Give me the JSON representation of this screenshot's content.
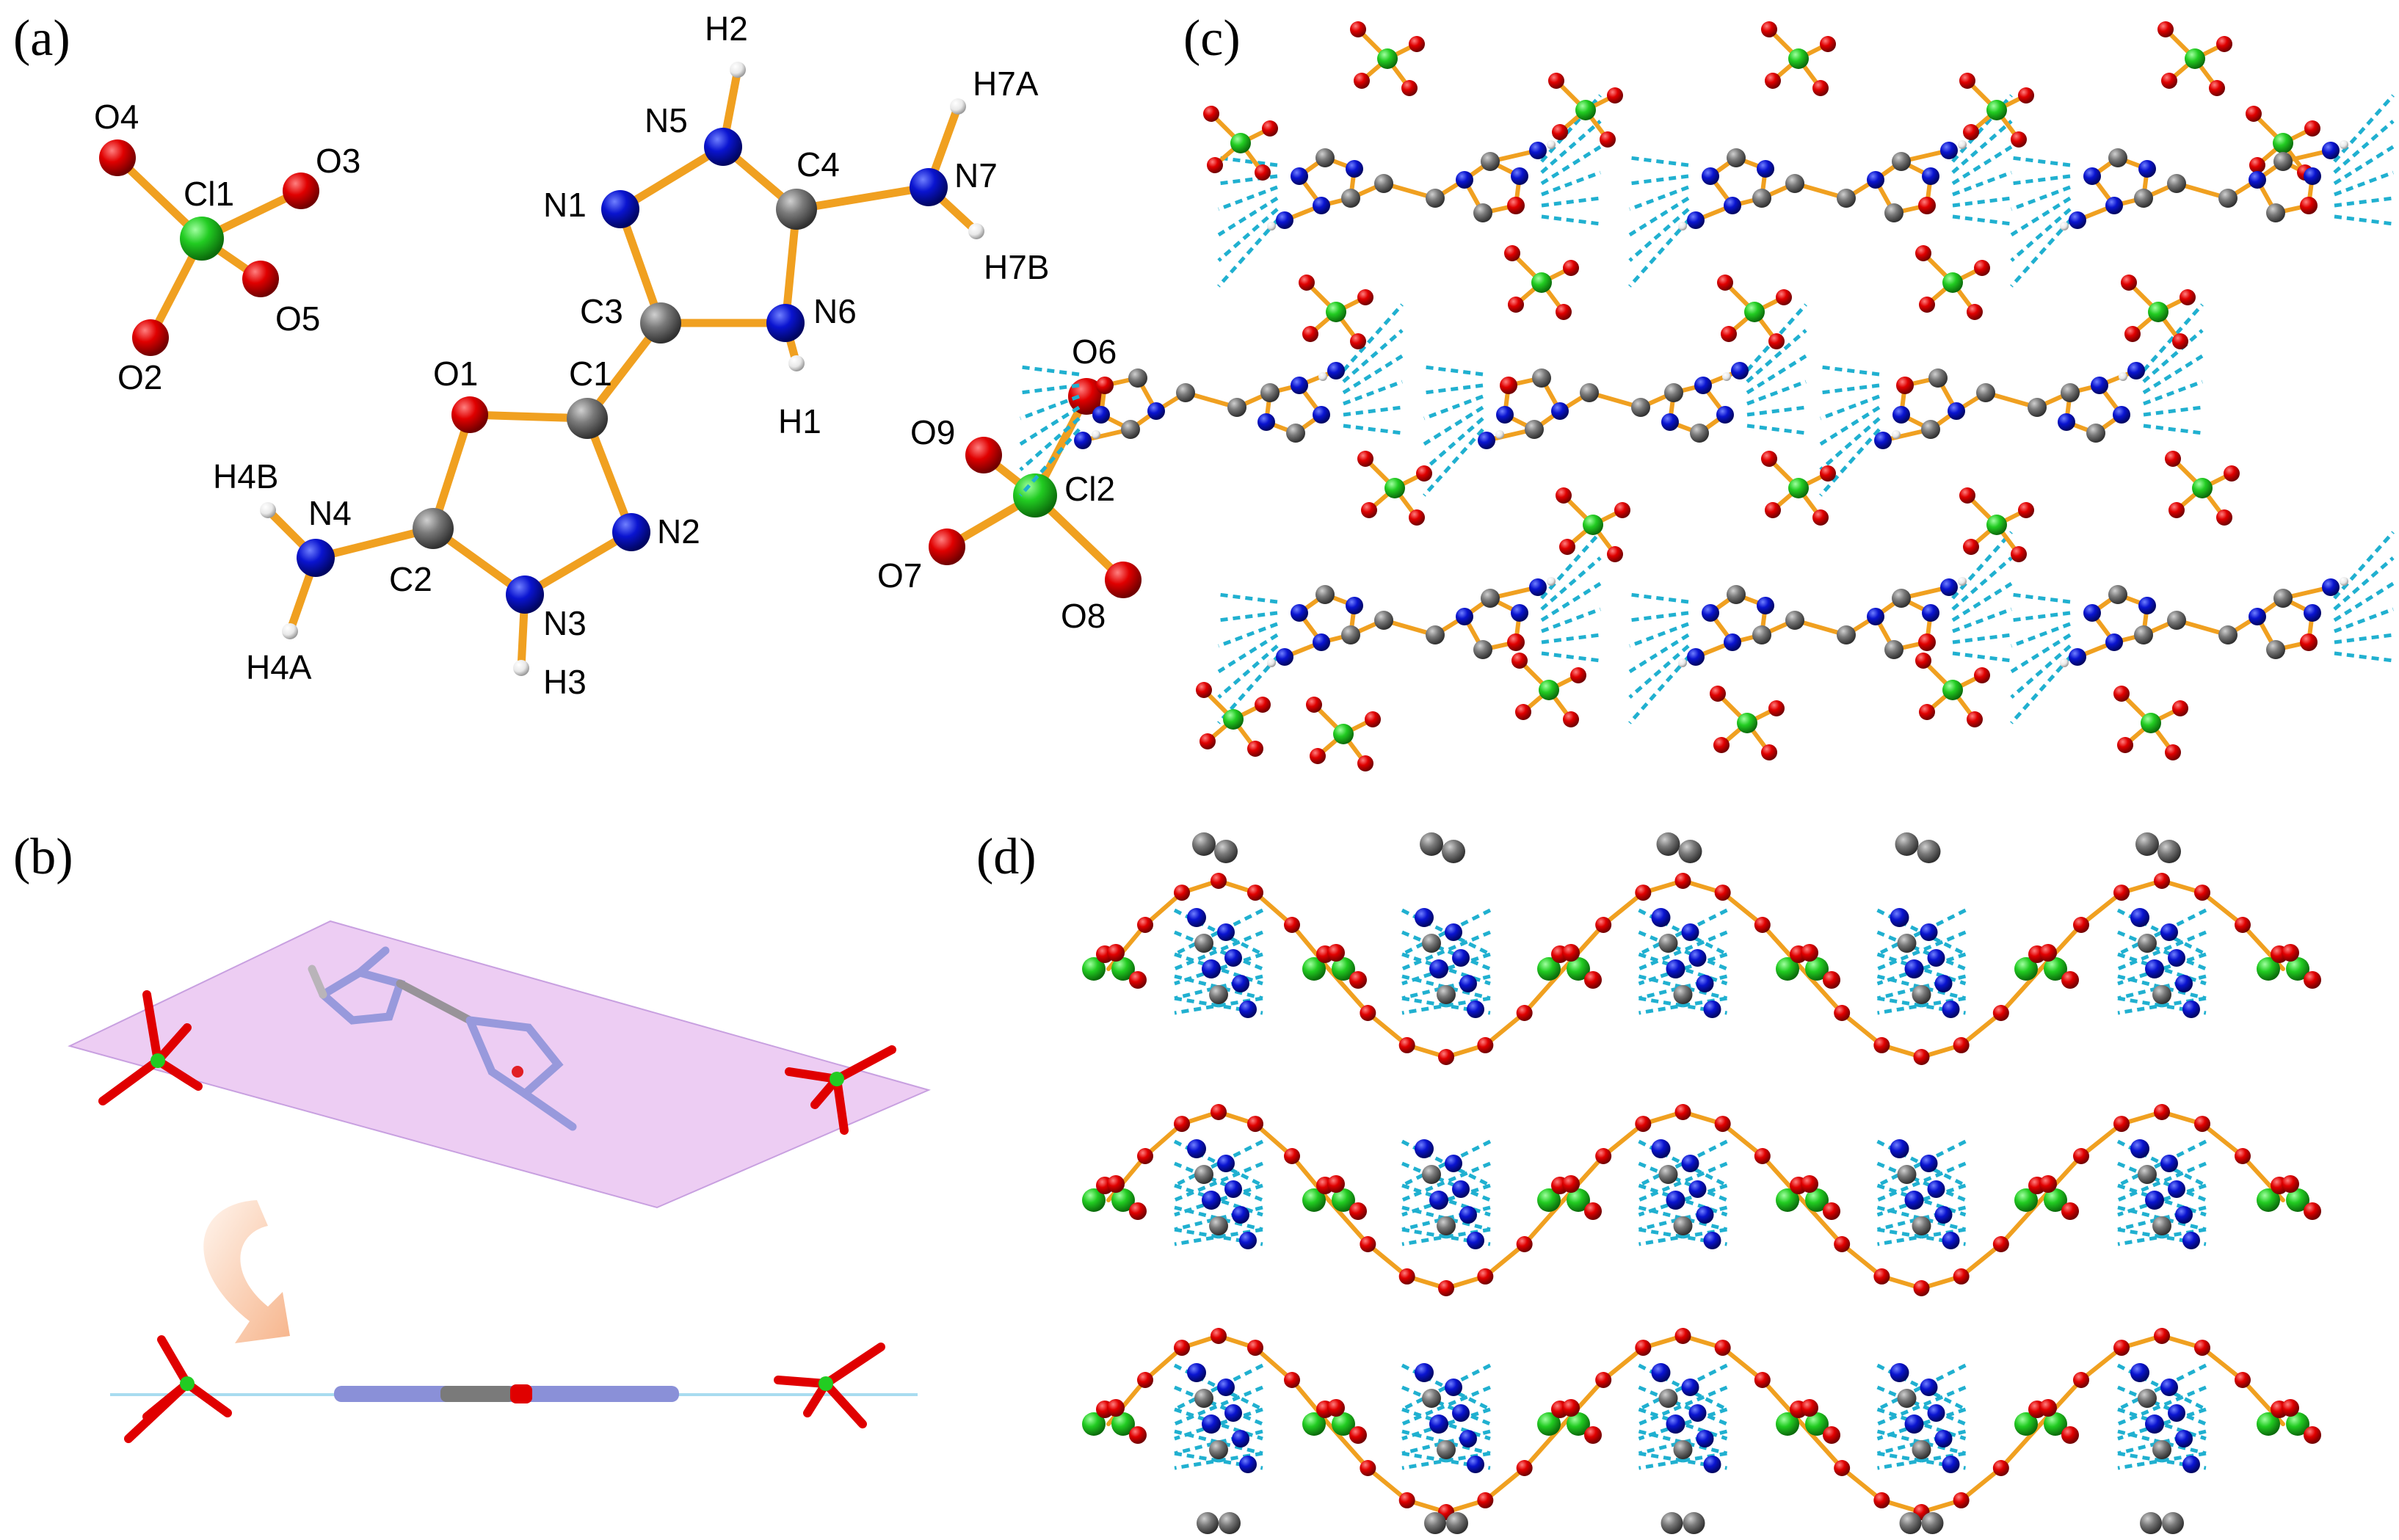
{
  "panels": [
    {
      "id": "a",
      "label": "(a)"
    },
    {
      "id": "b",
      "label": "(b)"
    },
    {
      "id": "c",
      "label": "(c)"
    },
    {
      "id": "d",
      "label": "(d)"
    }
  ],
  "atom_labels": [
    "O4",
    "O3",
    "Cl1",
    "O5",
    "O2",
    "H2",
    "N5",
    "N1",
    "C4",
    "N7",
    "H7A",
    "H7B",
    "C3",
    "N6",
    "H1",
    "O1",
    "C1",
    "H4B",
    "N4",
    "C2",
    "N2",
    "N3",
    "H3",
    "H4A",
    "O6",
    "O9",
    "Cl2",
    "O7",
    "O8"
  ],
  "colors": {
    "oxygen": "#e00000",
    "chlorine": "#22cc22",
    "nitrogen": "#0a14d0",
    "carbon": "#7a7a7a",
    "hydrogen": "#f0f0f0",
    "bond": "#f0a020",
    "hbond": "#20b0d0",
    "plane": "#e8c0f0"
  }
}
